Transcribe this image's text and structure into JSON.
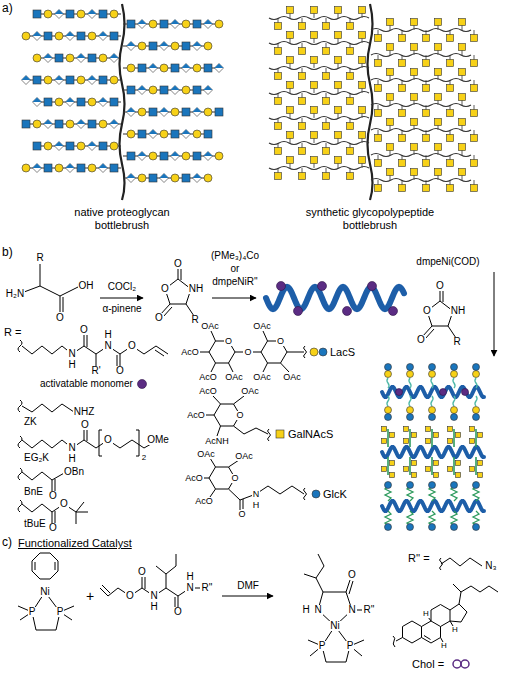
{
  "diagram": {
    "labels": [
      "a)",
      "native proteoglycan bottlebrush",
      "synthetic glycopolypeptide bottlebrush",
      "b)",
      "R",
      "H₂N",
      "OH",
      "O",
      "COCl₂",
      "α-pinene",
      "O",
      "O",
      "NH",
      "O",
      "R",
      "(PMe₃)₄Co",
      "or",
      "dmpeNiR''",
      "dmpeNi(COD)",
      "O",
      "O",
      "NH",
      "O",
      "R",
      "R =",
      "N",
      "H",
      "O",
      "R'",
      "N",
      "H",
      "O",
      "O",
      "activatable monomer",
      "NHZ",
      "ZK",
      "N",
      "H",
      "O",
      "O",
      "2",
      "OMe",
      "EG₂K",
      "O",
      "OBn",
      "BnE",
      "O",
      "O",
      "tBuE",
      "OAc",
      "O",
      "OAc",
      "O",
      "AcO",
      "O",
      "AcO",
      "OAc",
      "OAc",
      "OAc",
      "LacS",
      "AcO",
      "OAc",
      "AcO",
      "O",
      "AcNH",
      "GalNAcS",
      "OAc",
      "OAc",
      "AcO",
      "O",
      "AcO",
      "O",
      "N",
      "H",
      "GlcK",
      "c)",
      "Functionalized Catalyst",
      "Ni",
      "P",
      "P",
      "+",
      "O",
      "O",
      "N",
      "H",
      "O",
      "N",
      "H",
      "R''",
      "DMF",
      "O",
      "H",
      "N",
      "N",
      "R''",
      "Ni",
      "P",
      "P",
      "R'' =",
      "N₃",
      "H",
      "H",
      "H",
      "Chol ="
    ]
  }
}
